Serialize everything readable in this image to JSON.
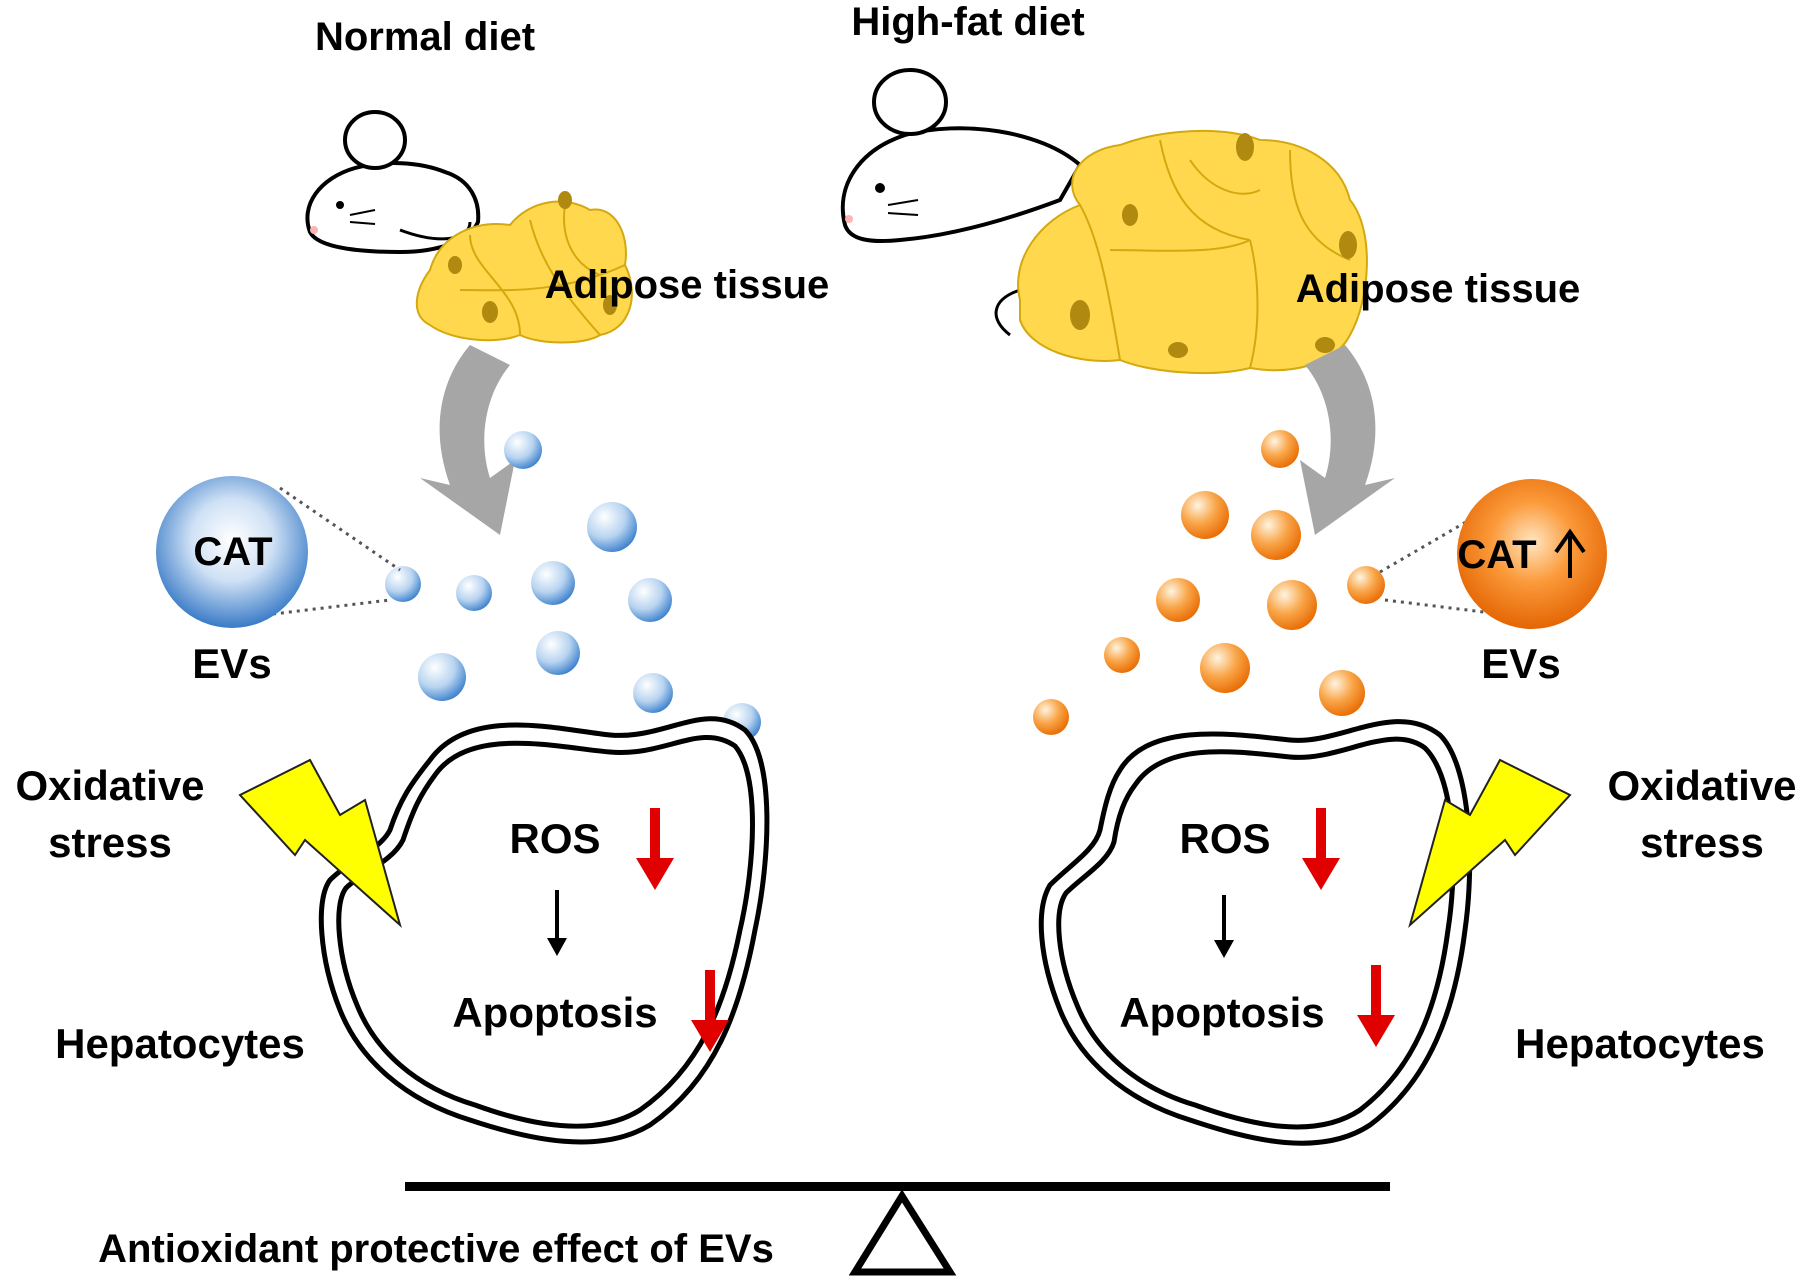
{
  "labels": {
    "normal_diet": "Normal diet",
    "high_fat_diet": "High-fat diet",
    "adipose_left": "Adipose tissue",
    "adipose_right": "Adipose tissue",
    "cat_left": "CAT",
    "cat_right": "CAT",
    "evs_left": "EVs",
    "evs_right": "EVs",
    "oxidative_left_1": "Oxidative",
    "oxidative_left_2": "stress",
    "oxidative_right_1": "Oxidative",
    "oxidative_right_2": "stress",
    "ros_left": "ROS",
    "ros_right": "ROS",
    "apoptosis_left": "Apoptosis",
    "apoptosis_right": "Apoptosis",
    "hepatocytes_left": "Hepatocytes",
    "hepatocytes_right": "Hepatocytes",
    "balance_caption": "Antioxidant protective effect of EVs"
  },
  "colors": {
    "normal_ev": "#5b9bd5",
    "high_fat_ev": "#f07f1a",
    "adipose_fill": "#ffd84d",
    "adipose_stroke": "#d4a80f",
    "nucleus": "#b08a10",
    "down_arrow": "#e00000",
    "lightning": "#ffff00",
    "flow_arrow": "#a6a6a6"
  },
  "icons": [
    "mouse-icon",
    "lightning-icon",
    "down-arrow-icon",
    "up-arrow-icon",
    "balance-fulcrum-icon"
  ]
}
